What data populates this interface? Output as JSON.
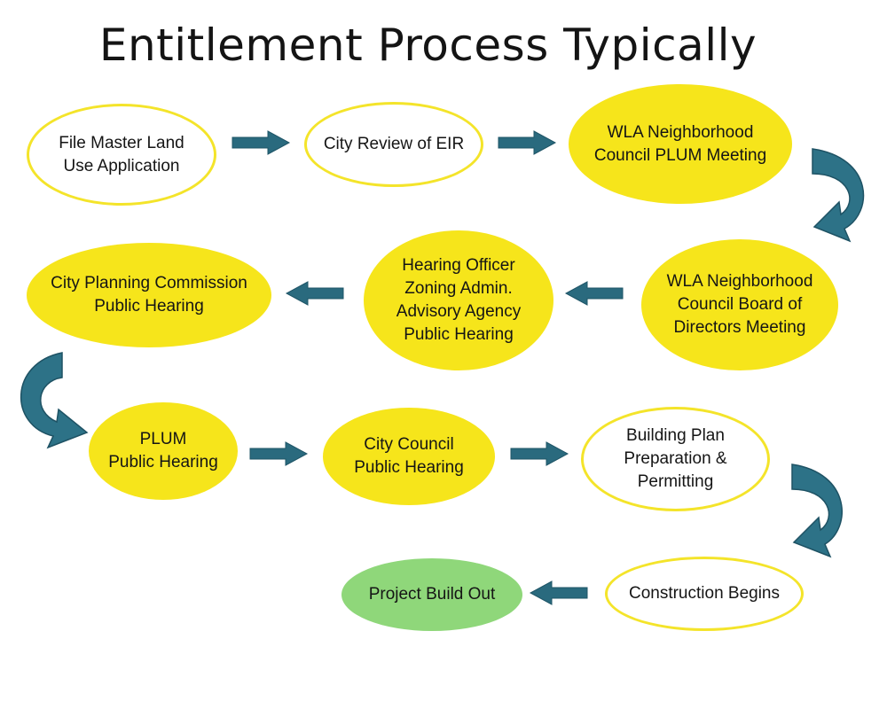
{
  "title": "Entitlement Process Typically",
  "colors": {
    "yellow": "#f6e51b",
    "yellow_border": "#f4e42a",
    "green": "#8fd77a",
    "arrow": "#2a6a7e"
  },
  "steps": [
    {
      "id": "file-master-land-use-application",
      "label": "File Master Land\nUse Application",
      "style": "outline"
    },
    {
      "id": "city-review-of-eir",
      "label": "City Review of EIR",
      "style": "outline"
    },
    {
      "id": "wla-neighborhood-council-plum-meeting",
      "label": "WLA  Neighborhood\nCouncil PLUM Meeting",
      "style": "filled"
    },
    {
      "id": "wla-neighborhood-council-board-meeting",
      "label": "WLA Neighborhood\nCouncil Board of\nDirectors Meeting",
      "style": "filled"
    },
    {
      "id": "hearing-officer-public-hearing",
      "label": "Hearing Officer\nZoning Admin.\nAdvisory Agency\nPublic Hearing",
      "style": "filled"
    },
    {
      "id": "city-planning-commission-public-hearing",
      "label": "City Planning Commission\nPublic Hearing",
      "style": "filled"
    },
    {
      "id": "plum-public-hearing",
      "label": "PLUM\nPublic Hearing",
      "style": "filled"
    },
    {
      "id": "city-council-public-hearing",
      "label": "City Council\nPublic Hearing",
      "style": "filled"
    },
    {
      "id": "building-plan-preparation-permitting",
      "label": "Building Plan\nPreparation &\nPermitting",
      "style": "outline"
    },
    {
      "id": "construction-begins",
      "label": "Construction Begins",
      "style": "outline"
    },
    {
      "id": "project-build-out",
      "label": "Project Build Out",
      "style": "final"
    }
  ],
  "flow": [
    [
      "file-master-land-use-application",
      "city-review-of-eir"
    ],
    [
      "city-review-of-eir",
      "wla-neighborhood-council-plum-meeting"
    ],
    [
      "wla-neighborhood-council-plum-meeting",
      "wla-neighborhood-council-board-meeting"
    ],
    [
      "wla-neighborhood-council-board-meeting",
      "hearing-officer-public-hearing"
    ],
    [
      "hearing-officer-public-hearing",
      "city-planning-commission-public-hearing"
    ],
    [
      "city-planning-commission-public-hearing",
      "plum-public-hearing"
    ],
    [
      "plum-public-hearing",
      "city-council-public-hearing"
    ],
    [
      "city-council-public-hearing",
      "building-plan-preparation-permitting"
    ],
    [
      "building-plan-preparation-permitting",
      "construction-begins"
    ],
    [
      "construction-begins",
      "project-build-out"
    ]
  ]
}
